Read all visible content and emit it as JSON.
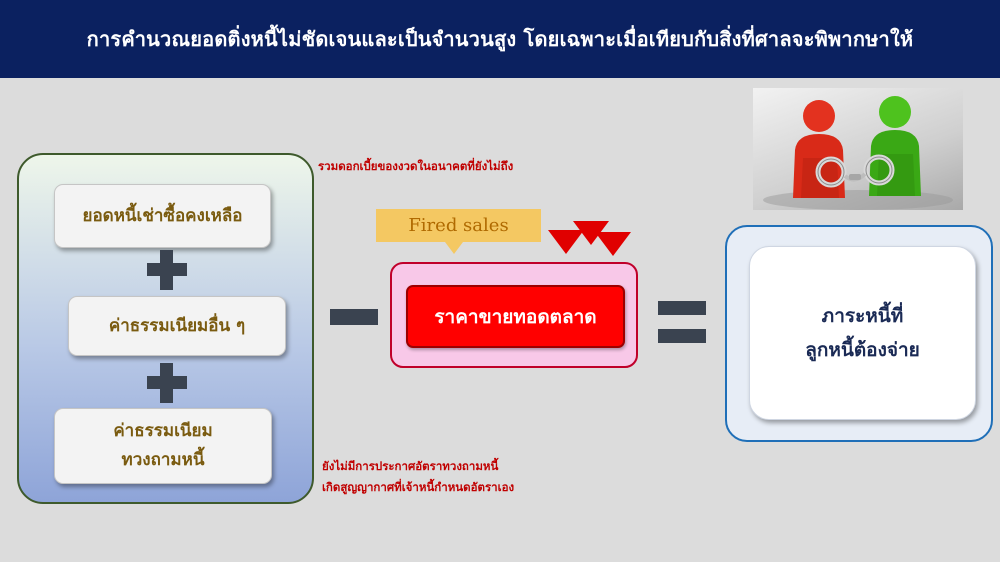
{
  "header": {
    "title": "การคำนวณยอดติ่งหนี้ไม่ชัดเจนและเป็นจำนวนสูง โดยเฉพาะเมื่อเทียบกับสิ่งที่ศาลจะพิพากษาให้"
  },
  "left_group": {
    "items": [
      {
        "lines": [
          "ยอดหนี้เช่าซื้อคงเหลือ"
        ]
      },
      {
        "lines": [
          "ค่าธรรมเนียมอื่น ๆ"
        ]
      },
      {
        "lines": [
          "ค่าธรรมเนียม",
          "ทวงถามหนี้"
        ]
      }
    ],
    "note_top": "รวมดอกเบี้ยของงวดในอนาคตที่ยังไม่ถึง",
    "note_bottom": [
      "ยังไม่มีการประกาศอัตราทวงถามหนี้",
      "เกิดสูญญากาศที่เจ้าหนี้กำหนดอัตราเอง"
    ]
  },
  "center": {
    "callout": "Fired sales",
    "label": "ราคาขายทอดตลาด"
  },
  "result": {
    "lines": [
      "ภาระหนี้ที่",
      "ลูกหนี้ต้องจ่าย"
    ]
  },
  "colors": {
    "header_bg": "#0b2160",
    "note_red": "#c00000",
    "center_red": "#ff0000",
    "arrow_red": "#e00000",
    "pill_text": "#7a5b10",
    "result_text": "#1a2a55"
  }
}
